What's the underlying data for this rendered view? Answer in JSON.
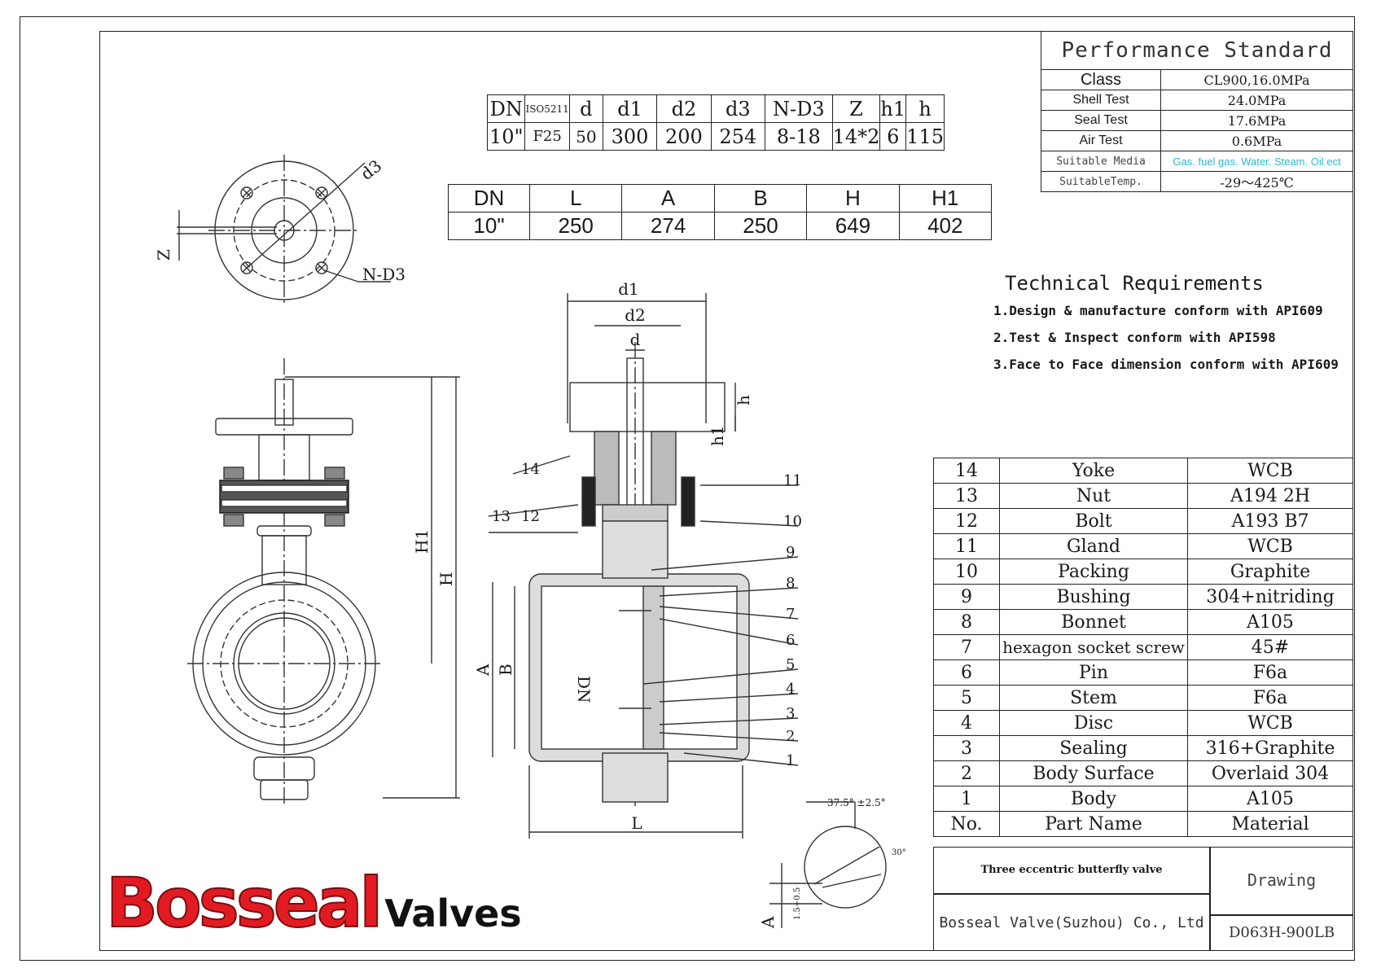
{
  "perf_table": {
    "title": "Performance Standard",
    "rows": [
      {
        "label": "Class",
        "value": "CL900,16.0MPa"
      },
      {
        "label": "Shell Test",
        "value": "24.0MPa"
      },
      {
        "label": "Seal Test",
        "value": "17.6MPa"
      },
      {
        "label": "Air Test",
        "value": "0.6MPa"
      },
      {
        "label": "Suitable Media",
        "value": "Gas. fuel gas. Water. Steam. Oil ect"
      },
      {
        "label": "SuitableTemp.",
        "value": "-29～425℃"
      }
    ]
  },
  "dims_table_1": {
    "headers": [
      "DN",
      "ISO5211",
      "d",
      "d1",
      "d2",
      "d3",
      "N-D3",
      "Z",
      "h1",
      "h"
    ],
    "values": [
      "10\"",
      "F25",
      "50",
      "300",
      "200",
      "254",
      "8-18",
      "14*2",
      "6",
      "115"
    ]
  },
  "dims_table_2": {
    "headers": [
      "DN",
      "L",
      "A",
      "B",
      "H",
      "H1"
    ],
    "values": [
      "10\"",
      "250",
      "274",
      "250",
      "649",
      "402"
    ]
  },
  "tech_requirements": {
    "title": "Technical Requirements",
    "items": [
      "1.Design & manufacture conform with API609",
      "2.Test & Inspect conform with API598",
      "3.Face to Face dimension conform with API609"
    ]
  },
  "parts_table": {
    "rows": [
      {
        "no": "14",
        "name": "Yoke",
        "material": "WCB"
      },
      {
        "no": "13",
        "name": "Nut",
        "material": "A194 2H"
      },
      {
        "no": "12",
        "name": "Bolt",
        "material": "A193 B7"
      },
      {
        "no": "11",
        "name": "Gland",
        "material": "WCB"
      },
      {
        "no": "10",
        "name": "Packing",
        "material": "Graphite"
      },
      {
        "no": "9",
        "name": "Bushing",
        "material": "304+nitriding"
      },
      {
        "no": "8",
        "name": "Bonnet",
        "material": "A105"
      },
      {
        "no": "7",
        "name": "hexagon socket screw",
        "material": "45#"
      },
      {
        "no": "6",
        "name": "Pin",
        "material": "F6a"
      },
      {
        "no": "5",
        "name": "Stem",
        "material": "F6a"
      },
      {
        "no": "4",
        "name": "Disc",
        "material": "WCB"
      },
      {
        "no": "3",
        "name": "Sealing",
        "material": "316+Graphite"
      },
      {
        "no": "2",
        "name": "Body Surface",
        "material": "Overlaid 304"
      },
      {
        "no": "1",
        "name": "Body",
        "material": "A105"
      }
    ],
    "header": {
      "no": "No.",
      "name": "Part Name",
      "material": "Material"
    }
  },
  "title_block": {
    "product": "Three eccentric butterfly valve",
    "drawing_label": "Drawing",
    "company": "Bosseal Valve(Suzhou) Co., Ltd",
    "drawing_no": "D063H-900LB"
  },
  "logo": {
    "brand": "Bosseal",
    "suffix": "Valves",
    "brand_color": "#e21b23"
  },
  "drawing_labels": {
    "d1": "d1",
    "d2": "d2",
    "d": "d",
    "h": "h",
    "h1": "h1",
    "d3": "d3",
    "nd3": "N-D3",
    "z": "Z",
    "h_dim": "H",
    "h1_dim": "H1",
    "a": "A",
    "b": "B",
    "dn": "DN",
    "l": "L",
    "angle": "37.5° ±2.5°",
    "angle30": "30°",
    "weld": "1.5+0.5",
    "callouts": [
      "14",
      "13",
      "12",
      "11",
      "10",
      "9",
      "8",
      "7",
      "6",
      "5",
      "4",
      "3",
      "2",
      "1"
    ]
  }
}
